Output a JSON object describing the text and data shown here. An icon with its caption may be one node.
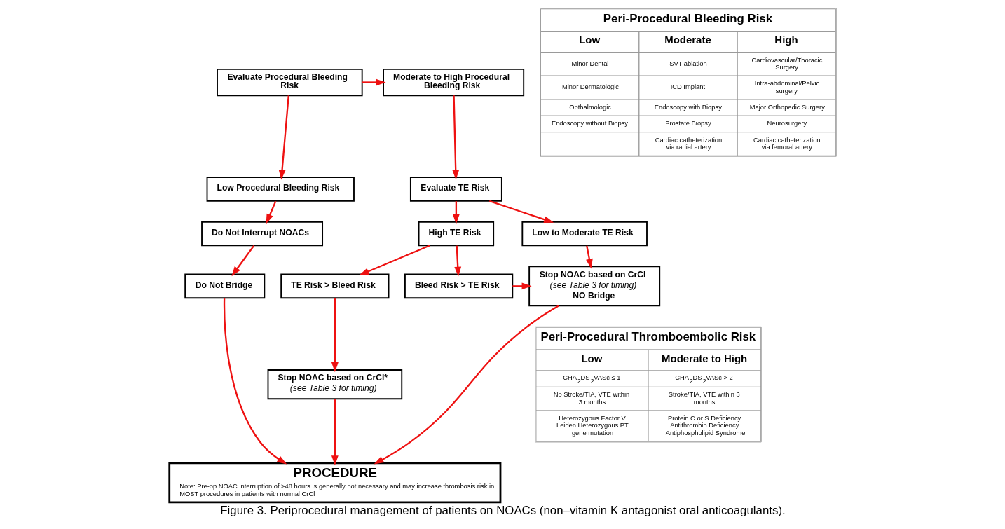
{
  "diagram": {
    "caption": "Figure 3. Periprocedural management of patients on NOACs (non–vitamin K antagonist oral anticoagulants).",
    "nodes": [
      {
        "text": [
          "Evaluate Procedural Bleeding Risk"
        ]
      },
      {
        "text": [
          "Moderate to High Procedural Bleeding Risk"
        ]
      },
      {
        "text": [
          "Low Procedural Bleeding Risk"
        ]
      },
      {
        "text": [
          "Evaluate TE Risk"
        ]
      },
      {
        "text": [
          "Low to Moderate TE Risk"
        ]
      },
      {
        "text": [
          "High TE Risk"
        ]
      },
      {
        "text": [
          "Do Not Interrupt NOACs"
        ]
      },
      {
        "text": [
          "Bleed Risk > TE Risk"
        ]
      },
      {
        "text": [
          "TE Risk > Bleed Risk"
        ]
      },
      {
        "text": [
          "Stop NOAC based on CrCl",
          "(see Table 3 for timing)",
          "NO Bridge"
        ]
      },
      {
        "text": [
          "Do Not Bridge"
        ]
      },
      {
        "text": [
          "Stop NOAC based on CrCl*",
          "(see Table 3 for timing)"
        ]
      },
      {
        "text": [
          "PROCEDURE",
          "Note: Pre-op NOAC interruption of >48 hours is generally not necessary and may increase thrombosis risk in MOST procedures in patients with normal CrCl"
        ]
      }
    ],
    "edges": [
      {
        "from": 0,
        "to": 1,
        "arrow": "to"
      },
      {
        "from": 0,
        "to": 2,
        "arrow": "to"
      },
      {
        "from": 1,
        "to": 3,
        "arrow": "to"
      },
      {
        "from": 3,
        "to": 4,
        "arrow": "to"
      },
      {
        "from": 3,
        "to": 5,
        "arrow": "to"
      },
      {
        "from": 2,
        "to": 6,
        "arrow": "to"
      },
      {
        "from": 5,
        "to": 7,
        "arrow": "to"
      },
      {
        "from": 5,
        "to": 8,
        "arrow": "to"
      },
      {
        "from": 4,
        "to": 9,
        "arrow": "to"
      },
      {
        "from": 7,
        "to": 9,
        "arrow": "to"
      },
      {
        "from": 6,
        "to": 10,
        "arrow": "to"
      },
      {
        "from": 8,
        "to": 11,
        "arrow": "to"
      },
      {
        "from": 10,
        "to": 12,
        "arrow": "to"
      },
      {
        "from": 9,
        "to": 12,
        "arrow": "to"
      },
      {
        "from": 11,
        "to": 12,
        "arrow": "to"
      }
    ],
    "labels": [
      "Peri-Procedural Bleeding Risk",
      "Low",
      "Moderate",
      "High",
      "Minor Dental",
      "SVT ablation",
      "Cardiovascular/Thoracic Surgery",
      "Minor Dermatologic",
      "ICD Implant",
      "Intra-abdominal/Pelvic surgery",
      "Opthalmologic",
      "Endoscopy with Biopsy",
      "Major Orthopedic Surgery",
      "Endoscopy without Biopsy",
      "Prostate Biopsy",
      "Neurosurgery",
      "Cardiac catheterization via radial artery",
      "Cardiac catheterization via femoral artery",
      "Peri-Procedural Thromboembolic Risk",
      "Low",
      "Moderate to High",
      "CHA$_{2}$DS$_{2}$VASc ≤ 1",
      "CHA$_{2}$DS$_{2}$VASc > 2",
      "No Stroke/TIA, VTE within 3 months",
      "Stroke/TIA, VTE within 3 months",
      "Heterozygous Factor V Leiden Heterozygous PT gene mutation",
      "Protein C or S Deficiency Antithrombin Deficiency Antiphospholipid Syndrome"
    ]
  }
}
